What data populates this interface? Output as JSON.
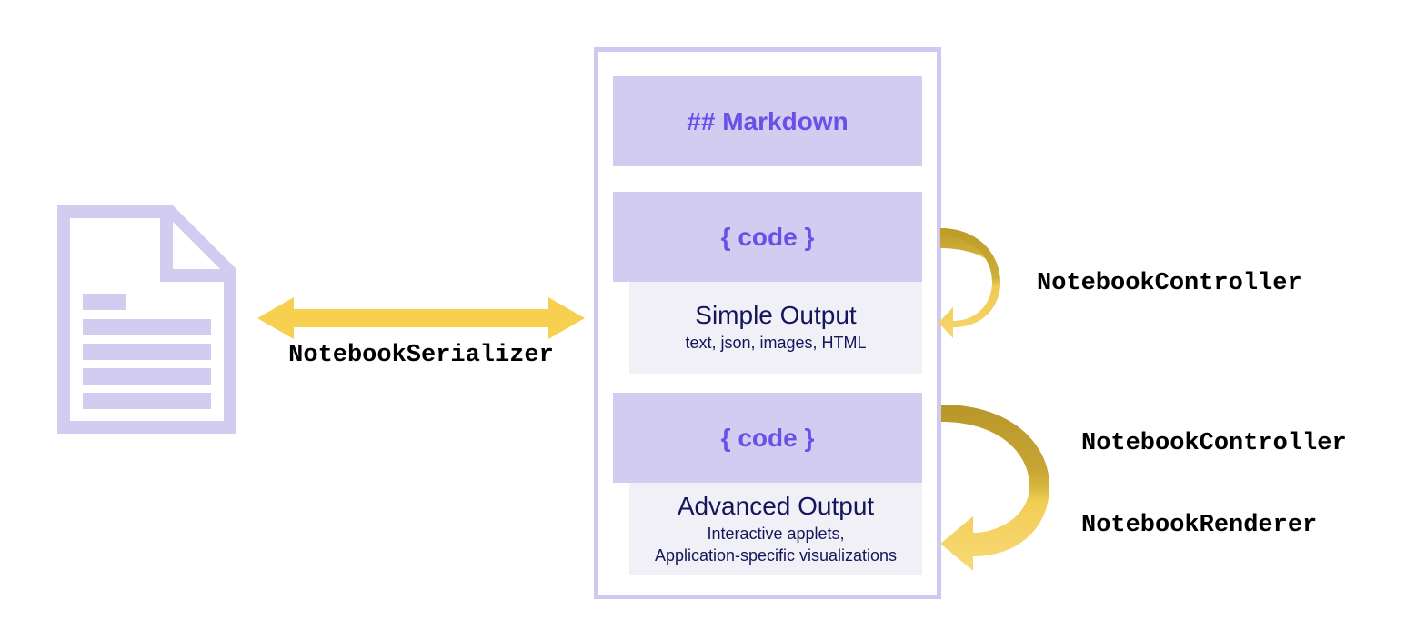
{
  "diagram": {
    "title": "Notebook architecture diagram",
    "colors": {
      "cell_fill": "#d2cdf0",
      "cell_text": "#6b4fe8",
      "panel_border": "#cfc9f2",
      "output_fill": "#f1f0f6",
      "output_text": "#14155c",
      "arrow_yellow": "#f7d04f",
      "arrow_gold_dark": "#c1a02e",
      "doc_icon": "#d2cdf0",
      "label_text": "#000000",
      "background": "#ffffff"
    },
    "doc_icon": {
      "name": "document-file-icon",
      "text_lines": 5
    },
    "serializer": {
      "label": "NotebookSerializer",
      "arrow": "double-headed-horizontal-arrow",
      "direction": "bidirectional"
    },
    "notebook": {
      "cells": [
        {
          "type": "markdown",
          "label": "## Markdown",
          "output": null
        },
        {
          "type": "code",
          "label": "{ code }",
          "output": {
            "title": "Simple Output",
            "subtitle": "text, json, images, HTML"
          }
        },
        {
          "type": "code",
          "label": "{ code }",
          "output": {
            "title": "Advanced Output",
            "subtitle_line_1": "Interactive applets,",
            "subtitle_line_2": "Application-specific visualizations"
          }
        }
      ]
    },
    "right_labels": [
      {
        "label": "NotebookController",
        "target": "Simple Output"
      },
      {
        "label": "NotebookController",
        "target": "Advanced Output"
      },
      {
        "label": "NotebookRenderer",
        "target": "Advanced Output"
      }
    ],
    "curved_arrows": [
      {
        "name": "controller-arrow-simple",
        "points_to": "Simple Output"
      },
      {
        "name": "controller-renderer-arrow-advanced",
        "points_to": "Advanced Output"
      }
    ]
  }
}
